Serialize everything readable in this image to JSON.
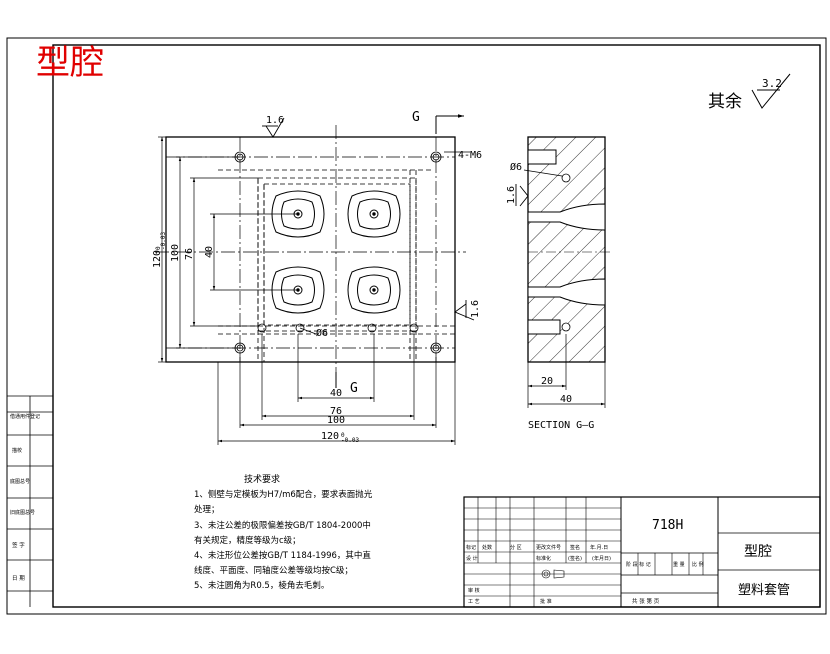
{
  "header": {
    "title": "型腔",
    "roughness_note": "其余",
    "roughness_default": "3.2",
    "title_color": "#e00000"
  },
  "front_view": {
    "roughness_top": "1.6",
    "roughness_right": "1.6",
    "thread_label": "4-M6",
    "section_mark_top": "G",
    "section_mark_bottom": "G",
    "hole_label": "Ø6",
    "dims_horizontal": [
      "40",
      "76",
      "100",
      "120"
    ],
    "dims_vertical": [
      "40",
      "76",
      "100",
      "120"
    ],
    "tolerance": "0\n-0.03"
  },
  "section_view": {
    "hole_label": "Ø6",
    "roughness": "1.6",
    "dim_20": "20",
    "dim_40": "40",
    "caption": "SECTION G—G"
  },
  "tech_requirements": {
    "heading": "技术要求",
    "items": [
      "1、侧壁与定模板为H7/m6配合，要求表面抛光",
      "   处理；",
      "3、未注公差的极限偏差按GB/T 1804-2000中",
      "   有关规定，精度等级为c级；",
      "4、未注形位公差按GB/T 1184-1996，其中直",
      "   线度、平面度、同轴度公差等级均按C级；",
      "5、未注圆角为R0.5，棱角去毛刺。"
    ]
  },
  "left_strip": {
    "cells": [
      "借通用件登记",
      "旧底图总号",
      "描校",
      "底图总号",
      "签 字",
      "日 期"
    ]
  },
  "title_block": {
    "material": "718H",
    "part_name": "型腔",
    "product_name": "塑料套管",
    "row_labels": [
      "标记",
      "处数",
      "分 区",
      "更改文件号",
      "签名",
      "年.月.日"
    ],
    "row2_labels": [
      "设 计",
      "",
      "",
      "标准化",
      "(签名)",
      "(年月日)"
    ],
    "stage_labels": [
      "阶 段 标 记",
      "重 量",
      "比 例"
    ],
    "bottom_labels": [
      "审 核",
      "工 艺",
      "批 准"
    ],
    "sheet_text": "共   张   第   页"
  }
}
